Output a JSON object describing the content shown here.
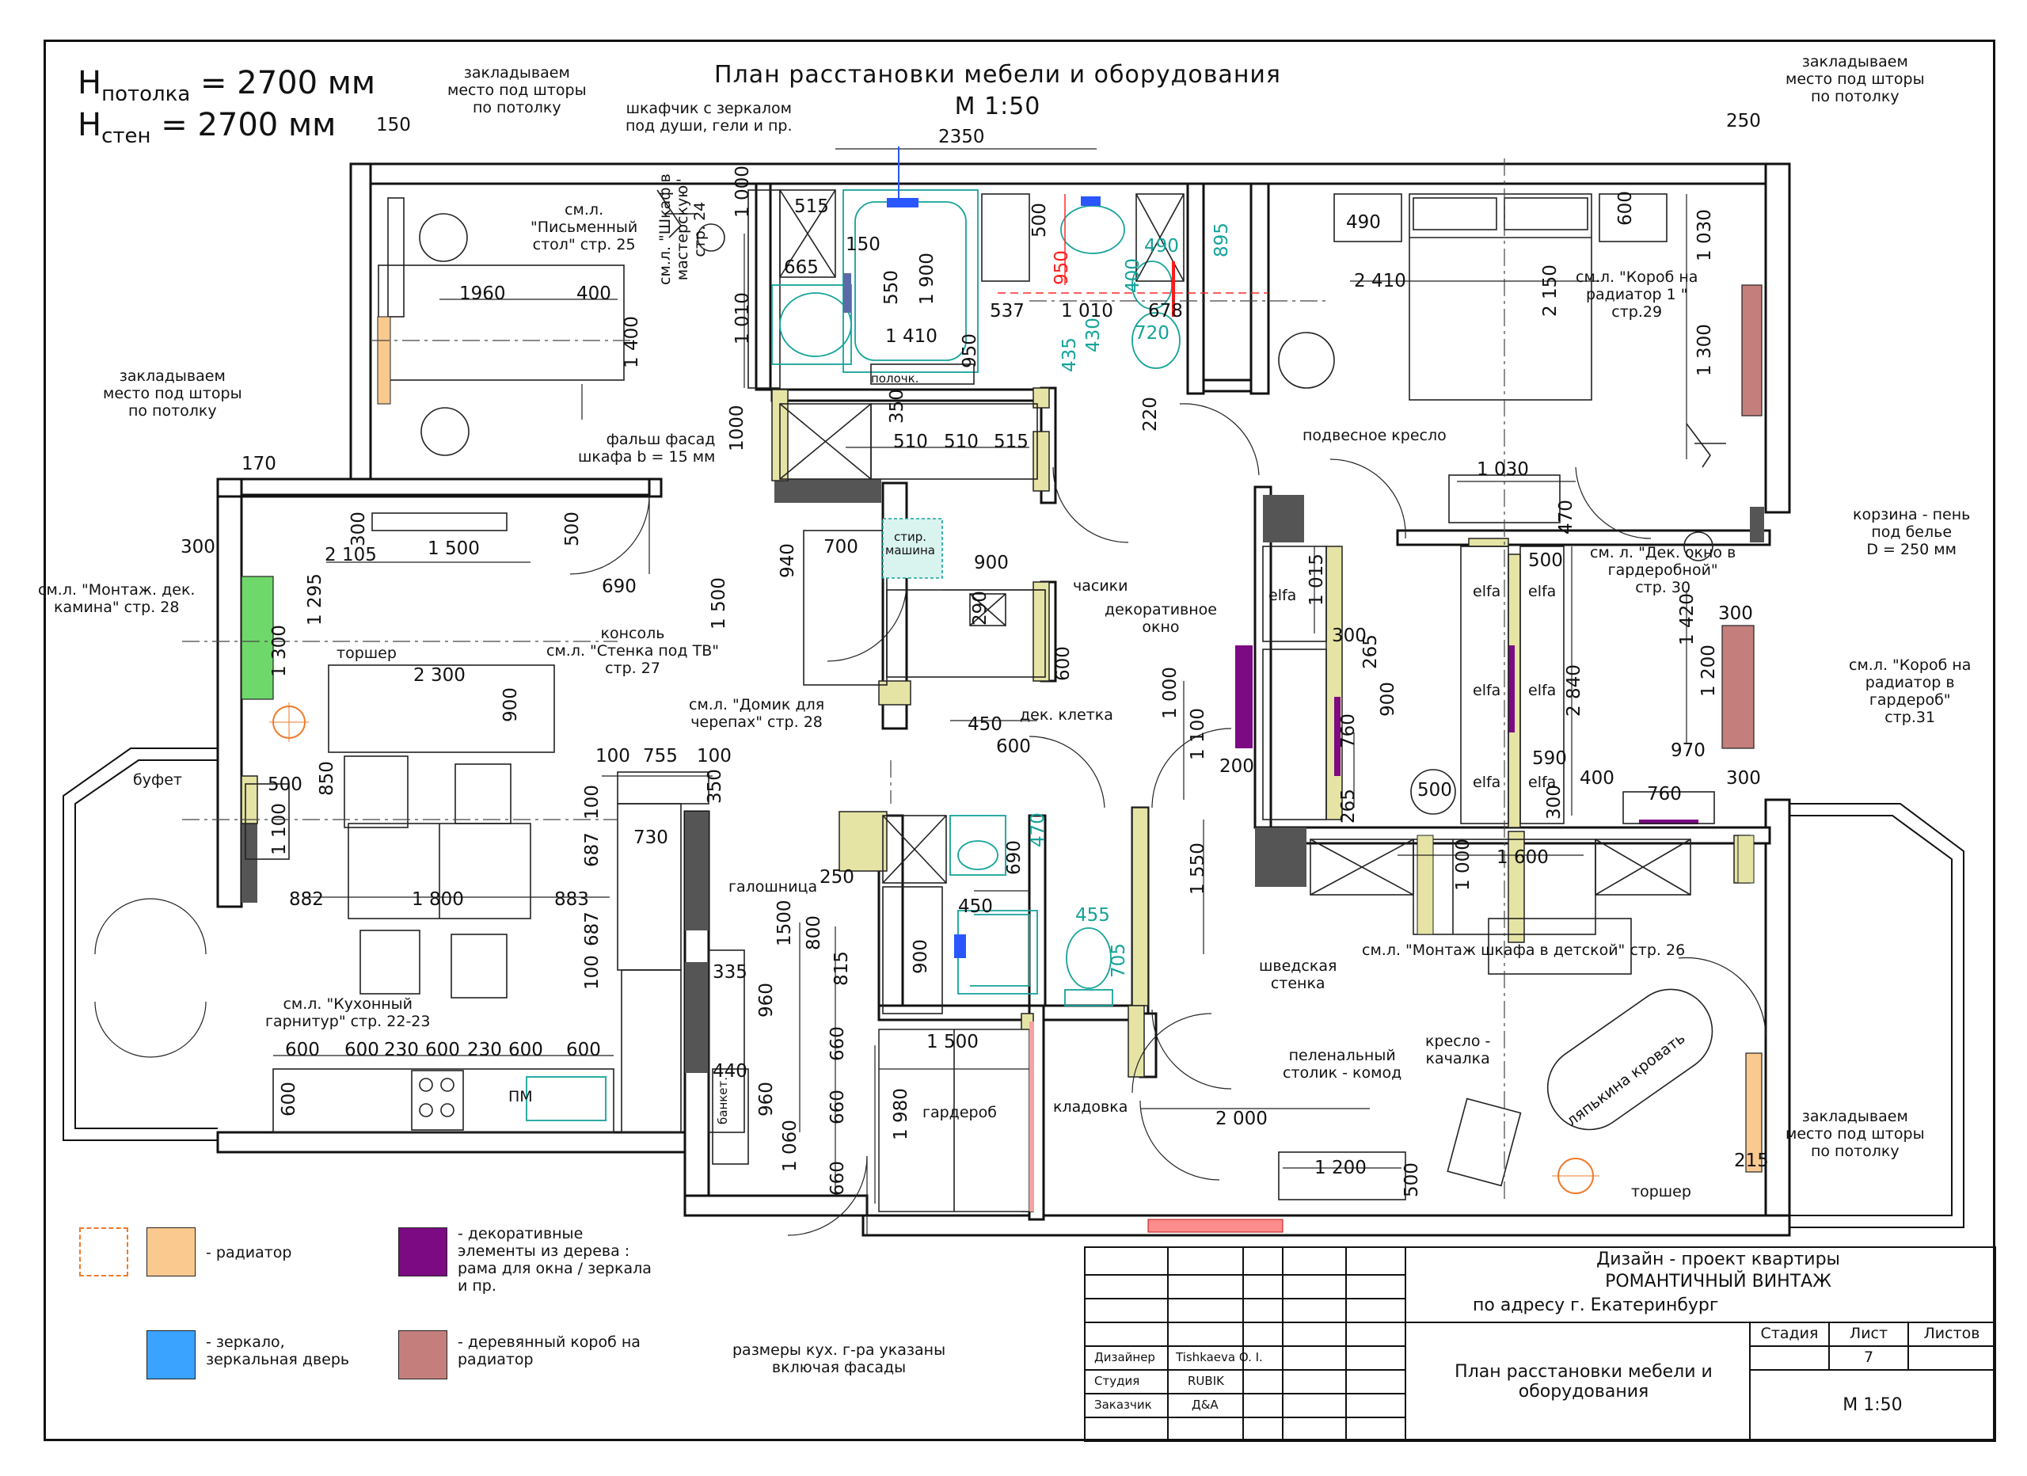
{
  "header": {
    "h_ceiling": "Н",
    "h_ceiling_sub": "потолка",
    "h_ceiling_val": " = 2700 мм",
    "h_walls": "Н",
    "h_walls_sub": "стен",
    "h_walls_val": " = 2700 мм",
    "title": "План расстановки мебели и оборудования",
    "scale": "М 1:50"
  },
  "labels": {
    "curtain1": "закладываем\nместо под шторы\nпо потолку",
    "curtain1_dim": "150",
    "curtain2": "закладываем\nместо под шторы\nпо потолку",
    "curtain2_dim": "250",
    "curtain3": "закладываем\nместо под шторы\nпо потолку",
    "curtain3_dim": "170",
    "curtain4": "закладываем\nместо под шторы\nпо потолку",
    "curtain4_dim": "215",
    "mirror_cab": "шкафчик с зеркалом\nпод души, гели и пр.",
    "desk": "см.л.\n\"Письменный\nстол\" стр. 25",
    "wardrobe_ws": "см.л. \"Шкаф в\nмастерскую\"\nстр. 24",
    "false_facade": "фальш фасад\nшкафа b = 15 мм",
    "shelf": "полочк.",
    "fireplace": "см.л. \"Монтаж. дек.\nкамина\" стр. 28",
    "floor_lamp1": "торшер",
    "console": "консоль\nсм.л. \"Стенка под ТВ\"\nстр. 27",
    "buffet": "буфет",
    "kitchen": "см.л. \"Кухонный\nгарнитур\" стр. 22-23",
    "turtles": "см.л. \"Домик для\nчерепах\" стр. 28",
    "washer": "стир.\nмашина",
    "clock": "часики",
    "dec_window": "декоративное\nокно",
    "dec_cage": "дек. клетка",
    "shoe_rack": "галошница",
    "bench": "банкет.",
    "wardrobe_hall": "гардероб",
    "pantry": "кладовка",
    "swedish_wall": "шведская\nстенка",
    "hanging_chair": "подвесное кресло",
    "radiator_box1": "см.л. \"Короб на\nрадиатор 1 \"\nстр.29",
    "basket": "корзина - пень\nпод белье\nD = 250 мм",
    "dec_window_wr": "см. л. \"Дек. окно в\nгардеробной\"\nстр. 30",
    "radiator_box2": "см.л. \"Короб на\nрадиатор в\nгардероб\"\nстр.31",
    "elfa1": "elfa",
    "elfa2": "elfa",
    "elfa3": "elfa",
    "elfa4": "elfa",
    "elfa5": "elfa",
    "elfa6": "elfa",
    "elfa7": "elfa",
    "kids_wardrobe": "см.л. \"Монтаж шкафа в детской\" стр. 26",
    "changing_table": "пеленальный\nстолик - комод",
    "rocking_chair": "кресло -\nкачалка",
    "baby_bed": "ляпькина кровать",
    "floor_lamp2": "торшер",
    "pm": "ПМ",
    "kitchen_note": "размеры кух. г-ра указаны\nвключая фасады"
  },
  "dims": {
    "d2350": "2350",
    "d515": "515",
    "d150": "150",
    "d665": "665",
    "d1000a": "1 000",
    "d1010": "1 010",
    "d550": "550",
    "d1900": "1 900",
    "d1410": "1 410",
    "d950a": "950",
    "d537": "537",
    "d1010b": "1 010",
    "d678": "678",
    "d500a": "500",
    "d950r": "950",
    "d490a": "490",
    "d400a": "400",
    "d895": "895",
    "d435": "435",
    "d430": "430",
    "d720": "720",
    "d220": "220",
    "d350a": "350",
    "d510a": "510",
    "d510b": "510",
    "d515b": "515",
    "d1000b": "1000",
    "d1960": "1960",
    "d400b": "400",
    "d1400": "1 400",
    "d300a": "300",
    "d2105": "2 105",
    "d1500a": "1 500",
    "d500b": "500",
    "d690a": "690",
    "d1295": "1 295",
    "d1300a": "1 300",
    "d2300": "2 300",
    "d900a": "900",
    "d300b": "300",
    "d500c": "500",
    "d850": "850",
    "d1100a": "1 100",
    "d100a": "100",
    "d755": "755",
    "d100b": "100",
    "d350b": "350",
    "d100c": "100",
    "d687a": "687",
    "d730": "730",
    "d882": "882",
    "d1800": "1 800",
    "d883": "883",
    "d687b": "687",
    "d100d": "100",
    "d600a": "600",
    "d600b": "600",
    "d230a": "230",
    "d600c": "600",
    "d230b": "230",
    "d600d": "600",
    "d600e": "600",
    "d600f": "600",
    "d700": "700",
    "d940": "940",
    "d900b": "900",
    "d1500b": "1 500",
    "d290": "290",
    "d600g": "600",
    "d450a": "450",
    "d600h": "600",
    "d250": "250",
    "d1500c": "1500",
    "d800": "800",
    "d815": "815",
    "d900c": "900",
    "d335": "335",
    "d960a": "960",
    "d440": "440",
    "d960b": "960",
    "d1060": "1 060",
    "d660a": "660",
    "d660b": "660",
    "d660c": "660",
    "d1500d": "1 500",
    "d1980": "1 980",
    "d690b": "690",
    "d470a": "470",
    "d450b": "450",
    "d455": "455",
    "d705": "705",
    "d1000c": "1 000",
    "d1100b": "1 100",
    "d1550": "1 550",
    "d200": "200",
    "d2000": "2 000",
    "d1200a": "1 200",
    "d500d": "500",
    "d490b": "490",
    "d600i": "600",
    "d2410": "2 410",
    "d2150": "2 150",
    "d1030a": "1 030",
    "d1300b": "1 300",
    "d1030b": "1 030",
    "d470b": "470",
    "d1015": "1 015",
    "d300c": "300",
    "d265a": "265",
    "d900d": "900",
    "d760a": "760",
    "d500e": "500",
    "d265b": "265",
    "d500f": "500",
    "d2840": "2 840",
    "d590": "590",
    "d400c": "400",
    "d300d": "300",
    "d760b": "760",
    "d970": "970",
    "d1420": "1 420",
    "d1200b": "1 200",
    "d300e": "300",
    "d300f": "300",
    "d1600": "1 600",
    "d1000d": "1 000"
  },
  "legend": {
    "radiator": "- радиатор",
    "mirror": "- зеркало,\nзеркальная дверь",
    "wood_dec": "- декоративные\nэлементы из дерева :\nрама для окна / зеркала\nи пр.",
    "radiator_box": "- деревянный короб на\nрадиатор",
    "colors": {
      "radiator": "#f9c98f",
      "mirror": "#3aa2ff",
      "wood_dec": "#7b0a83",
      "radiator_box": "#c47f7c",
      "outline": "#f07a2a"
    }
  },
  "title_block": {
    "project": "Дизайн - проект квартиры",
    "name": "РОМАНТИЧНЫЙ ВИНТАЖ",
    "address": "по адресу г. Екатеринбург",
    "sheet_title": "План расстановки мебели и\nоборудования",
    "stage_h": "Стадия",
    "sheet_h": "Лист",
    "sheets_h": "Листов",
    "sheet_no": "7",
    "scale": "М 1:50",
    "designer_l": "Дизайнер",
    "designer_v": "Tishkaeva O. I.",
    "studio_l": "Студия",
    "studio_v": "RUBIK",
    "client_l": "Заказчик",
    "client_v": "Д&А"
  }
}
